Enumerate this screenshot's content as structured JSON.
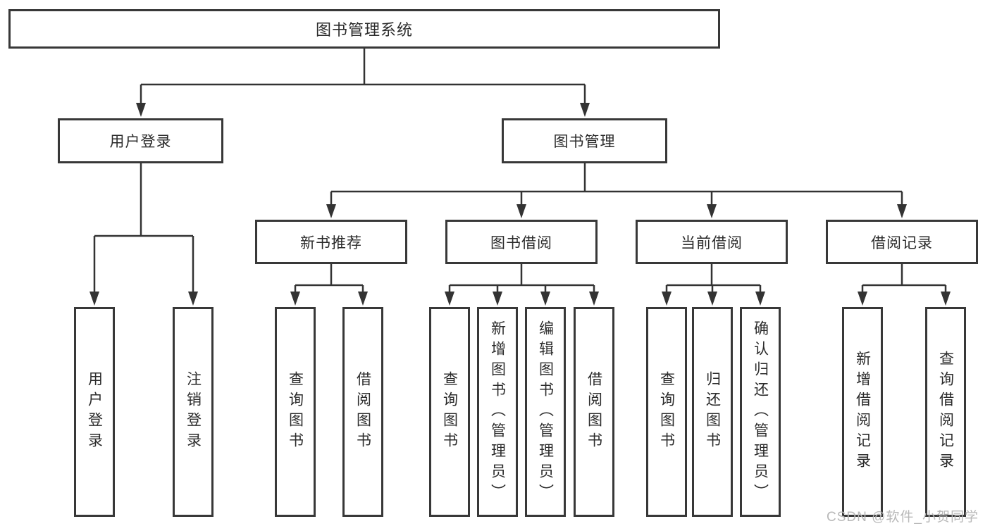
{
  "diagram": {
    "type": "hierarchy-tree",
    "line_color": "#333333",
    "border_color": "#383838",
    "text_color": "#2b2b2b",
    "background": "#ffffff",
    "nodes": {
      "root": "图书管理系统",
      "user_login": "用户登录",
      "book_management": "图书管理",
      "new_book_recommend": "新书推荐",
      "book_borrow": "图书借阅",
      "current_borrow": "当前借阅",
      "borrow_records": "借阅记录",
      "login_user_login": "用户登录",
      "login_logout": "注销登录",
      "recommend_query_books": "查询图书",
      "recommend_borrow_books": "借阅图书",
      "borrow_query_books": "查询图书",
      "borrow_add_books": "新增图书（管理员）",
      "borrow_edit_books": "编辑图书（管理员）",
      "borrow_borrow_books": "借阅图书",
      "current_query_books": "查询图书",
      "current_return_books": "归还图书",
      "current_confirm_return": "确认归还（管理员）",
      "records_add_record": "新增借阅记录",
      "records_query_record": "查询借阅记录"
    },
    "edges": [
      [
        "图书管理系统",
        "用户登录"
      ],
      [
        "图书管理系统",
        "图书管理"
      ],
      [
        "用户登录",
        "用户登录"
      ],
      [
        "用户登录",
        "注销登录"
      ],
      [
        "图书管理",
        "新书推荐"
      ],
      [
        "图书管理",
        "图书借阅"
      ],
      [
        "图书管理",
        "当前借阅"
      ],
      [
        "图书管理",
        "借阅记录"
      ],
      [
        "新书推荐",
        "查询图书"
      ],
      [
        "新书推荐",
        "借阅图书"
      ],
      [
        "图书借阅",
        "查询图书"
      ],
      [
        "图书借阅",
        "新增图书（管理员）"
      ],
      [
        "图书借阅",
        "编辑图书（管理员）"
      ],
      [
        "图书借阅",
        "借阅图书"
      ],
      [
        "当前借阅",
        "查询图书"
      ],
      [
        "当前借阅",
        "归还图书"
      ],
      [
        "当前借阅",
        "确认归还（管理员）"
      ],
      [
        "借阅记录",
        "新增借阅记录"
      ],
      [
        "借阅记录",
        "查询借阅记录"
      ]
    ]
  },
  "watermark": {
    "text": "CSDN @软件_小贺同学",
    "color": "#b8b8b8"
  }
}
